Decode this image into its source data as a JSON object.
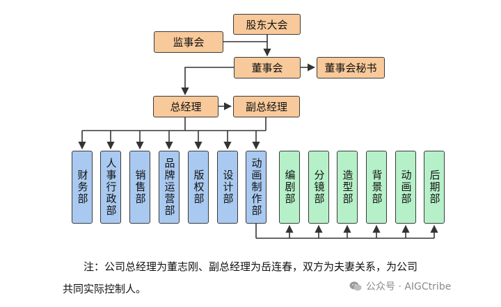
{
  "org": {
    "shareholders": "股东大会",
    "supervisors": "监事会",
    "board": "董事会",
    "board_secretary": "董事会秘书",
    "gm": "总经理",
    "deputy_gm": "副总经理",
    "departments_blue": [
      {
        "name": "财务部"
      },
      {
        "name": "人事行政部"
      },
      {
        "name": "销售部"
      },
      {
        "name": "品牌运营部"
      },
      {
        "name": "版权部"
      },
      {
        "name": "设计部"
      },
      {
        "name": "动画制作部"
      }
    ],
    "departments_green": [
      {
        "name": "编剧部"
      },
      {
        "name": "分镜部"
      },
      {
        "name": "造型部"
      },
      {
        "name": "背景部"
      },
      {
        "name": "动画部"
      },
      {
        "name": "后期部"
      }
    ]
  },
  "note": {
    "line1": "注：公司总经理为董志刚、副总经理为岳连春，双方为夫妻关系，为公司",
    "line2": "共同实际控制人。"
  },
  "watermark": {
    "text": "公众号 · AIGCtribe"
  }
}
